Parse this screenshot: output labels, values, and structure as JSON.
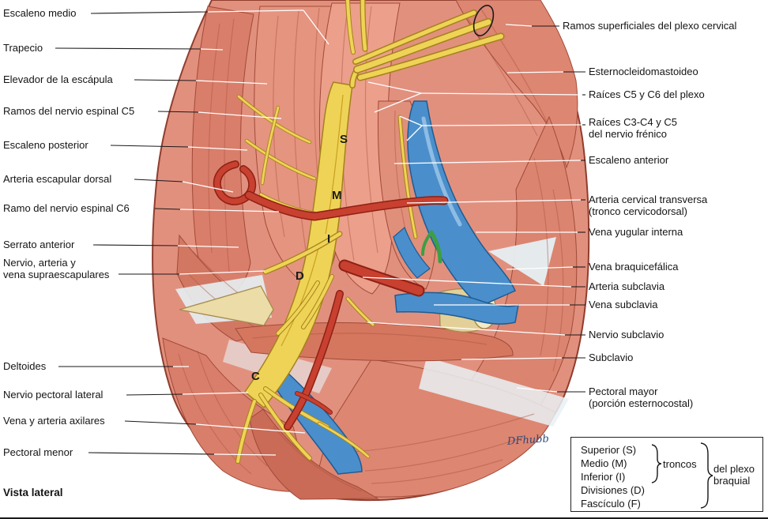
{
  "caption": "Vista lateral",
  "signature": "DFhubb",
  "left_labels": [
    "Escaleno medio",
    "Trapecio",
    "Elevador de la escápula",
    "Ramos del nervio espinal C5",
    "Escaleno posterior",
    "Arteria escapular dorsal",
    "Ramo del nervio espinal C6",
    "Serrato anterior",
    "Nervio, arteria y\nvena supraescapulares",
    "Deltoides",
    "Nervio pectoral lateral",
    "Vena y arteria axilares",
    "Pectoral menor"
  ],
  "right_labels": [
    "Ramos superficiales del plexo cervical",
    "Esternocleidomastoideo",
    "Raíces C5 y C6 del plexo",
    "Raíces C3-C4 y C5\ndel nervio frénico",
    "Escaleno anterior",
    "Arteria cervical transversa\n(tronco cervicodorsal)",
    "Vena yugular interna",
    "Vena braquicefálica",
    "Arteria subclavia",
    "Vena subclavia",
    "Nervio subclavio",
    "Subclavio",
    "Pectoral mayor\n(porción esternocostal)"
  ],
  "figure_letters": [
    "S",
    "M",
    "I",
    "D",
    "C"
  ],
  "legend": {
    "items": [
      "Superior (S)",
      "Medio (M)",
      "Inferior (I)",
      "Divisiones (D)",
      "Fascículo (F)"
    ],
    "group_troncos": "troncos",
    "group_plexo": "del plexo braquial"
  },
  "colors": {
    "muscle": "#E2907E",
    "muscle_dark": "#C96B57",
    "nerve_yellow": "#EFD356",
    "artery_red": "#C8402F",
    "vein_blue": "#4A8FCB",
    "bone": "#EBDCA8",
    "duct_green": "#3E9E43"
  }
}
